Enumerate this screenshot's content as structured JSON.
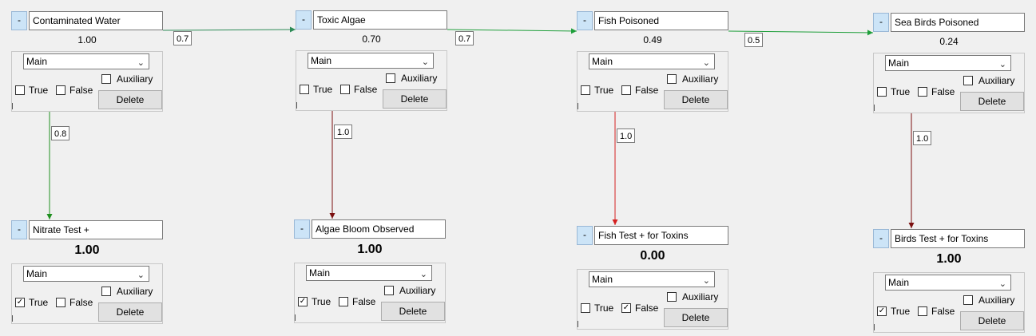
{
  "collapse_label": "-",
  "dropdown_chevron": "chevron-down",
  "node_controls": {
    "true_label": "True",
    "false_label": "False",
    "auxiliary_label": "Auxiliary",
    "delete_label": "Delete"
  },
  "nodes": [
    {
      "id": "n1",
      "name": "Contaminated Water",
      "probability": "1.00",
      "context": "Main",
      "true_checked": false,
      "false_checked": false,
      "auxiliary_checked": false,
      "emphasized": false
    },
    {
      "id": "n2",
      "name": "Toxic Algae",
      "probability": "0.70",
      "context": "Main",
      "true_checked": false,
      "false_checked": false,
      "auxiliary_checked": false,
      "emphasized": false
    },
    {
      "id": "n3",
      "name": "Fish Poisoned",
      "probability": "0.49",
      "context": "Main",
      "true_checked": false,
      "false_checked": false,
      "auxiliary_checked": false,
      "emphasized": false
    },
    {
      "id": "n4",
      "name": "Sea Birds Poisoned",
      "probability": "0.24",
      "context": "Main",
      "true_checked": false,
      "false_checked": false,
      "auxiliary_checked": false,
      "emphasized": false
    },
    {
      "id": "n5",
      "name": "Nitrate Test +",
      "probability": "1.00",
      "context": "Main",
      "true_checked": true,
      "false_checked": false,
      "auxiliary_checked": false,
      "emphasized": true
    },
    {
      "id": "n6",
      "name": "Algae Bloom Observed",
      "probability": "1.00",
      "context": "Main",
      "true_checked": true,
      "false_checked": false,
      "auxiliary_checked": false,
      "emphasized": true
    },
    {
      "id": "n7",
      "name": "Fish Test + for Toxins",
      "probability": "0.00",
      "context": "Main",
      "true_checked": false,
      "false_checked": true,
      "auxiliary_checked": false,
      "emphasized": true
    },
    {
      "id": "n8",
      "name": "Birds Test + for Toxins",
      "probability": "1.00",
      "context": "Main",
      "true_checked": true,
      "false_checked": false,
      "auxiliary_checked": false,
      "emphasized": true
    }
  ],
  "edges": [
    {
      "from": "n1",
      "to": "n2",
      "weight": "0.7",
      "color": "#2e8b57"
    },
    {
      "from": "n2",
      "to": "n3",
      "weight": "0.7",
      "color": "#1e9e3a"
    },
    {
      "from": "n3",
      "to": "n4",
      "weight": "0.5",
      "color": "#1e9e3a"
    },
    {
      "from": "n1",
      "to": "n5",
      "weight": "0.8",
      "color": "#1f8f1f"
    },
    {
      "from": "n2",
      "to": "n6",
      "weight": "1.0",
      "color": "#7b1010"
    },
    {
      "from": "n3",
      "to": "n7",
      "weight": "1.0",
      "color": "#d42020"
    },
    {
      "from": "n4",
      "to": "n8",
      "weight": "1.0",
      "color": "#7b1010"
    }
  ]
}
